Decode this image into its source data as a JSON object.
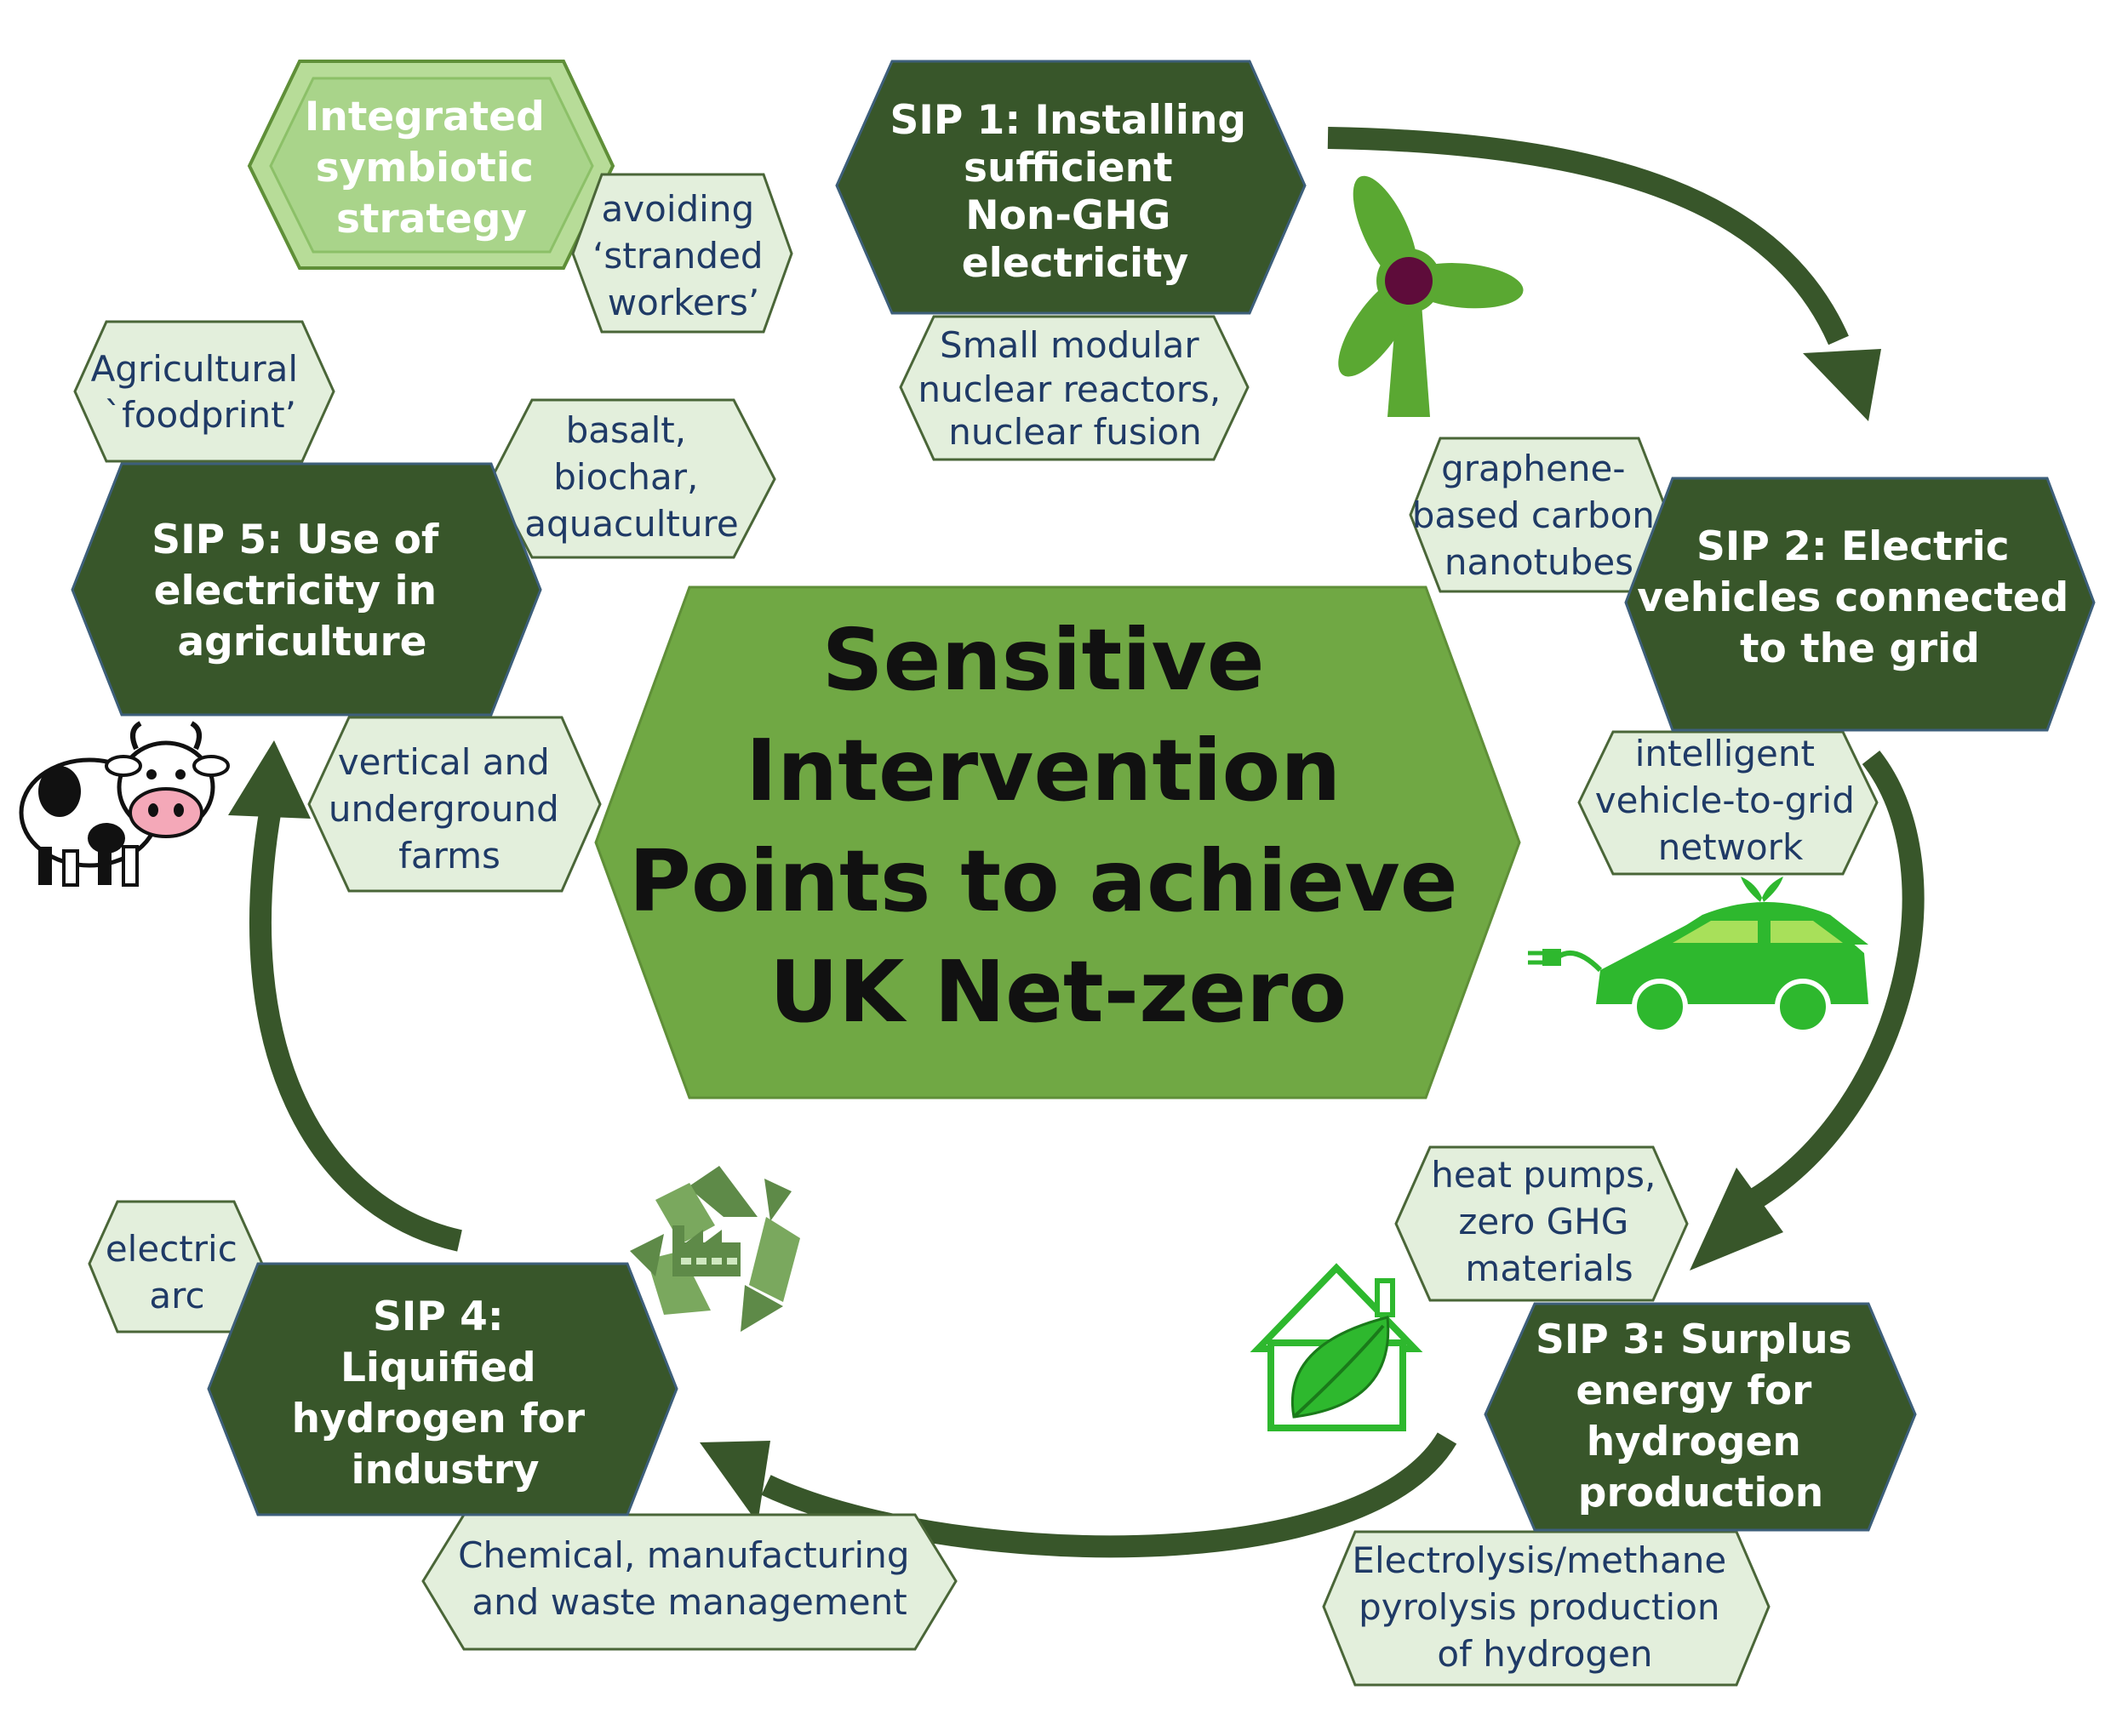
{
  "center": {
    "lines": [
      "Sensitive",
      "Intervention",
      "Points to achieve",
      "UK Net-zero"
    ]
  },
  "strategy": {
    "lines": [
      "Integrated",
      "symbiotic",
      "strategy"
    ]
  },
  "sips": [
    {
      "id": "sip1",
      "lines": [
        "SIP 1: Installing",
        "sufficient",
        "Non-GHG",
        "electricity"
      ]
    },
    {
      "id": "sip2",
      "lines": [
        "SIP 2: Electric",
        "vehicles connected",
        "to the grid"
      ]
    },
    {
      "id": "sip3",
      "lines": [
        "SIP 3: Surplus",
        "energy for",
        "hydrogen",
        "production"
      ]
    },
    {
      "id": "sip4",
      "lines": [
        "SIP 4:",
        "Liquified",
        "hydrogen for",
        "industry"
      ]
    },
    {
      "id": "sip5",
      "lines": [
        "SIP 5: Use of",
        "electricity in",
        "agriculture"
      ]
    }
  ],
  "notes": [
    {
      "id": "stranded",
      "lines": [
        "avoiding",
        "‘stranded",
        "workers’"
      ]
    },
    {
      "id": "nuclear",
      "lines": [
        "Small modular",
        "nuclear reactors,",
        "nuclear fusion"
      ]
    },
    {
      "id": "foodprint",
      "lines": [
        "Agricultural",
        "`foodprint’"
      ]
    },
    {
      "id": "basalt",
      "lines": [
        "basalt,",
        "biochar,",
        "aquaculture"
      ]
    },
    {
      "id": "graphene",
      "lines": [
        "graphene-",
        "based carbon",
        "nanotubes"
      ]
    },
    {
      "id": "v2g",
      "lines": [
        "intelligent",
        "vehicle-to-grid",
        "network"
      ]
    },
    {
      "id": "farms",
      "lines": [
        "vertical and",
        "underground",
        "farms"
      ]
    },
    {
      "id": "heatpumps",
      "lines": [
        "heat pumps,",
        "zero GHG",
        "materials"
      ]
    },
    {
      "id": "arc",
      "lines": [
        "electric",
        "arc"
      ]
    },
    {
      "id": "electrolysis",
      "lines": [
        "Electrolysis/methane",
        "pyrolysis production",
        "of hydrogen"
      ]
    },
    {
      "id": "chemical",
      "lines": [
        "Chemical, manufacturing",
        "and waste management"
      ]
    }
  ],
  "icons": [
    "wind-turbine-icon",
    "electric-car-icon",
    "green-house-leaf-icon",
    "recycle-factory-icon",
    "cow-icon"
  ],
  "colors": {
    "sip_fill": "#38562a",
    "center_fill": "#70a844",
    "note_fill": "#e3efdc",
    "note_text": "#1f3a66",
    "strategy_fill": "#b7dc98",
    "arrow": "#38562a",
    "icon_green": "#5aa832"
  }
}
